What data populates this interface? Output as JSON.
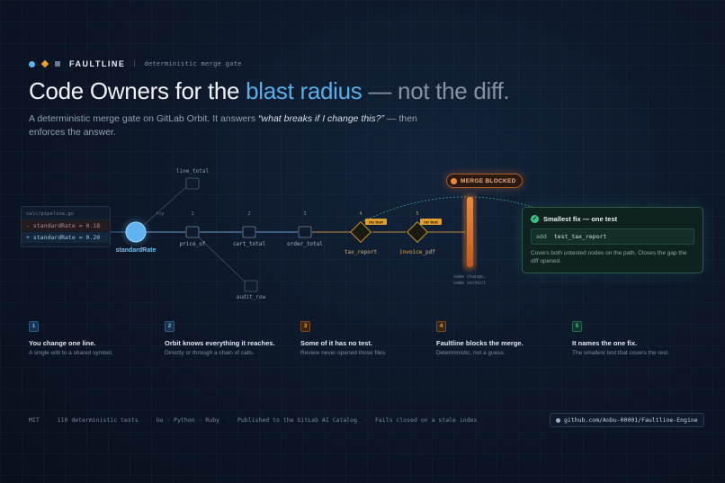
{
  "brand": {
    "name": "FAULTLINE",
    "tagline": "deterministic merge gate"
  },
  "headline": {
    "part1": "Code Owners for the ",
    "highlight": "blast radius",
    "part2": " — not the diff."
  },
  "subtitle": {
    "part1": "A deterministic merge gate on GitLab Orbit. It answers ",
    "quote": "“what breaks if I change this?”",
    "part2": " — then enforces the answer."
  },
  "file_card": {
    "path": "calc/pipeline.go",
    "removed": "- standardRate = 0.18",
    "added": "+ standardRate = 0.20"
  },
  "graph": {
    "symbol": "standardRate",
    "nodes": {
      "line_total": "line_total",
      "price_of": "price_of",
      "cart_total": "cart_total",
      "order_total": "order_total",
      "tax_report": "tax_report",
      "invoice_pdf": "invoice_pdf",
      "audit_row": "audit_row"
    },
    "hops": [
      "hop",
      "1",
      "2",
      "3",
      "4",
      "5"
    ],
    "no_test_badge": "no test",
    "verdict_line1": "same change,",
    "verdict_line2": "same verdict"
  },
  "merge_status": "MERGE BLOCKED",
  "fix_card": {
    "title": "Smallest fix — one test",
    "action": "add",
    "test": "test_tax_report",
    "description": "Covers both untested nodes on the path. Closes the gap the diff opened."
  },
  "steps": [
    {
      "num": "1",
      "title": "You change one line.",
      "desc": "A single edit to a shared symbol."
    },
    {
      "num": "2",
      "title": "Orbit knows everything it reaches.",
      "desc": "Directly or through a chain of calls."
    },
    {
      "num": "3",
      "title": "Some of it has no test.",
      "desc": "Review never opened those files."
    },
    {
      "num": "4",
      "title": "Faultline blocks the merge.",
      "desc": "Deterministic, not a guess."
    },
    {
      "num": "5",
      "title": "It names the one fix.",
      "desc": "The smallest test that covers the rest."
    }
  ],
  "footer": {
    "items": [
      "MIT",
      "110 deterministic tests",
      "Go · Python · Ruby",
      "Published to the GitLab AI Catalog",
      "Fails closed on a stale index"
    ],
    "repo": "github.com/Anbu-00001/Faultline-Engine"
  },
  "colors": {
    "accent_blue": "#5aaee8",
    "warning_orange": "#f0a030",
    "success_green": "#3ec48a",
    "background": "#0c1626"
  }
}
